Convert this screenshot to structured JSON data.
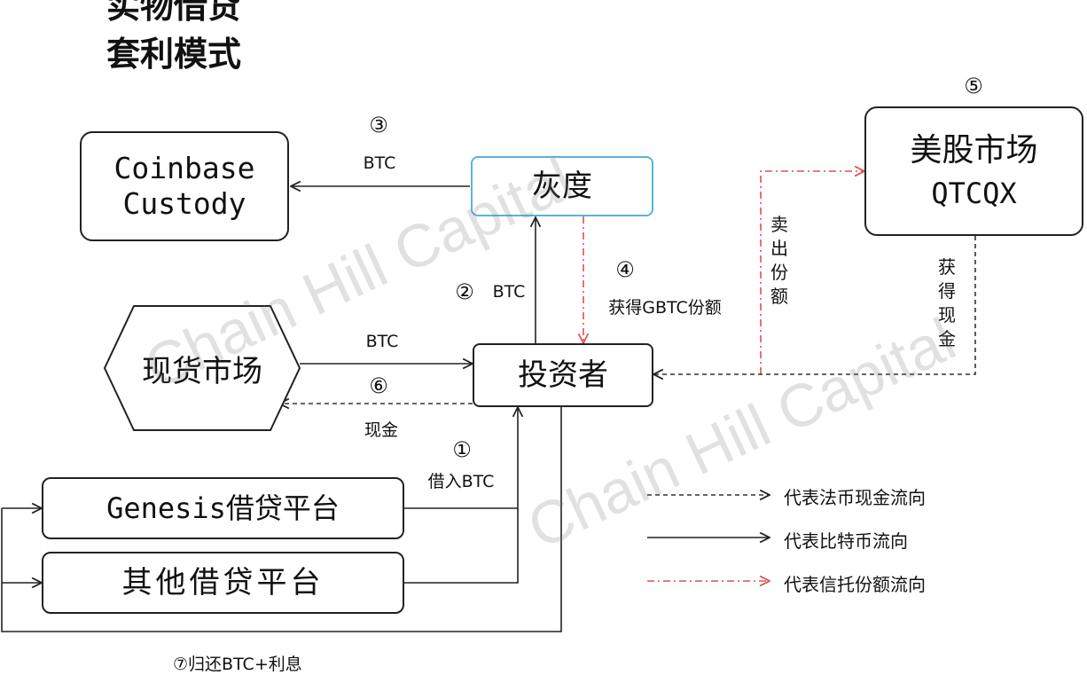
{
  "title": {
    "line1": "实物借贷",
    "line2": "套利模式"
  },
  "nodes": {
    "coinbase": {
      "line1": "Coinbase",
      "line2": "Custody"
    },
    "grayscale": {
      "label": "灰度"
    },
    "us_market": {
      "line1": "美股市场",
      "line2": "QTCQX"
    },
    "spot_market": {
      "label": "现货市场"
    },
    "investor": {
      "label": "投资者"
    },
    "genesis": {
      "label": "Genesis借贷平台"
    },
    "other_lending": {
      "label": "其他借贷平台"
    }
  },
  "flows": {
    "step1": {
      "number": "①",
      "label": "借入BTC"
    },
    "step2": {
      "number": "②",
      "label": "BTC"
    },
    "step3": {
      "number": "③",
      "label": "BTC"
    },
    "step4": {
      "number": "④",
      "label": "获得GBTC份额"
    },
    "step5": {
      "number": "⑤"
    },
    "step6": {
      "number": "⑥",
      "label": "现金"
    },
    "step7": {
      "label": "⑦归还BTC+利息"
    },
    "spot_btc": {
      "label": "BTC"
    },
    "sell_shares": {
      "label": "卖出份额"
    },
    "get_cash": {
      "label": "获得现金"
    }
  },
  "legend": [
    {
      "style": "dashed",
      "label": "代表法币现金流向",
      "color": "#333333"
    },
    {
      "style": "solid",
      "label": "代表比特币流向",
      "color": "#222222"
    },
    {
      "style": "dash-dot",
      "label": "代表信托份额流向",
      "color": "#d9534f"
    }
  ],
  "watermark": "Chain Hill Capital",
  "colors": {
    "grayscale_border": "#5ab4d6",
    "trust_flow": "#d9534f",
    "line": "#222222"
  }
}
